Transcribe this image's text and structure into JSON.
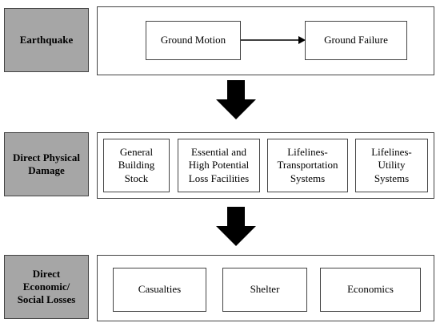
{
  "rows": [
    {
      "label": "Earthquake",
      "boxes": [
        "Ground Motion",
        "Ground Failure"
      ]
    },
    {
      "label_lines": [
        "Direct Physical",
        "Damage"
      ],
      "boxes": [
        [
          "General",
          "Building",
          "Stock"
        ],
        [
          "Essential and",
          "High Potential",
          "Loss Facilities"
        ],
        [
          "Lifelines-",
          "Transportation",
          "Systems"
        ],
        [
          "Lifelines-",
          "Utility",
          "Systems"
        ]
      ]
    },
    {
      "label_lines": [
        "Direct",
        "Economic/",
        "Social Losses"
      ],
      "boxes": [
        "Casualties",
        "Shelter",
        "Economics"
      ]
    }
  ],
  "colors": {
    "label_fill": "#a6a6a6",
    "border": "#444444",
    "arrow": "#000000"
  }
}
